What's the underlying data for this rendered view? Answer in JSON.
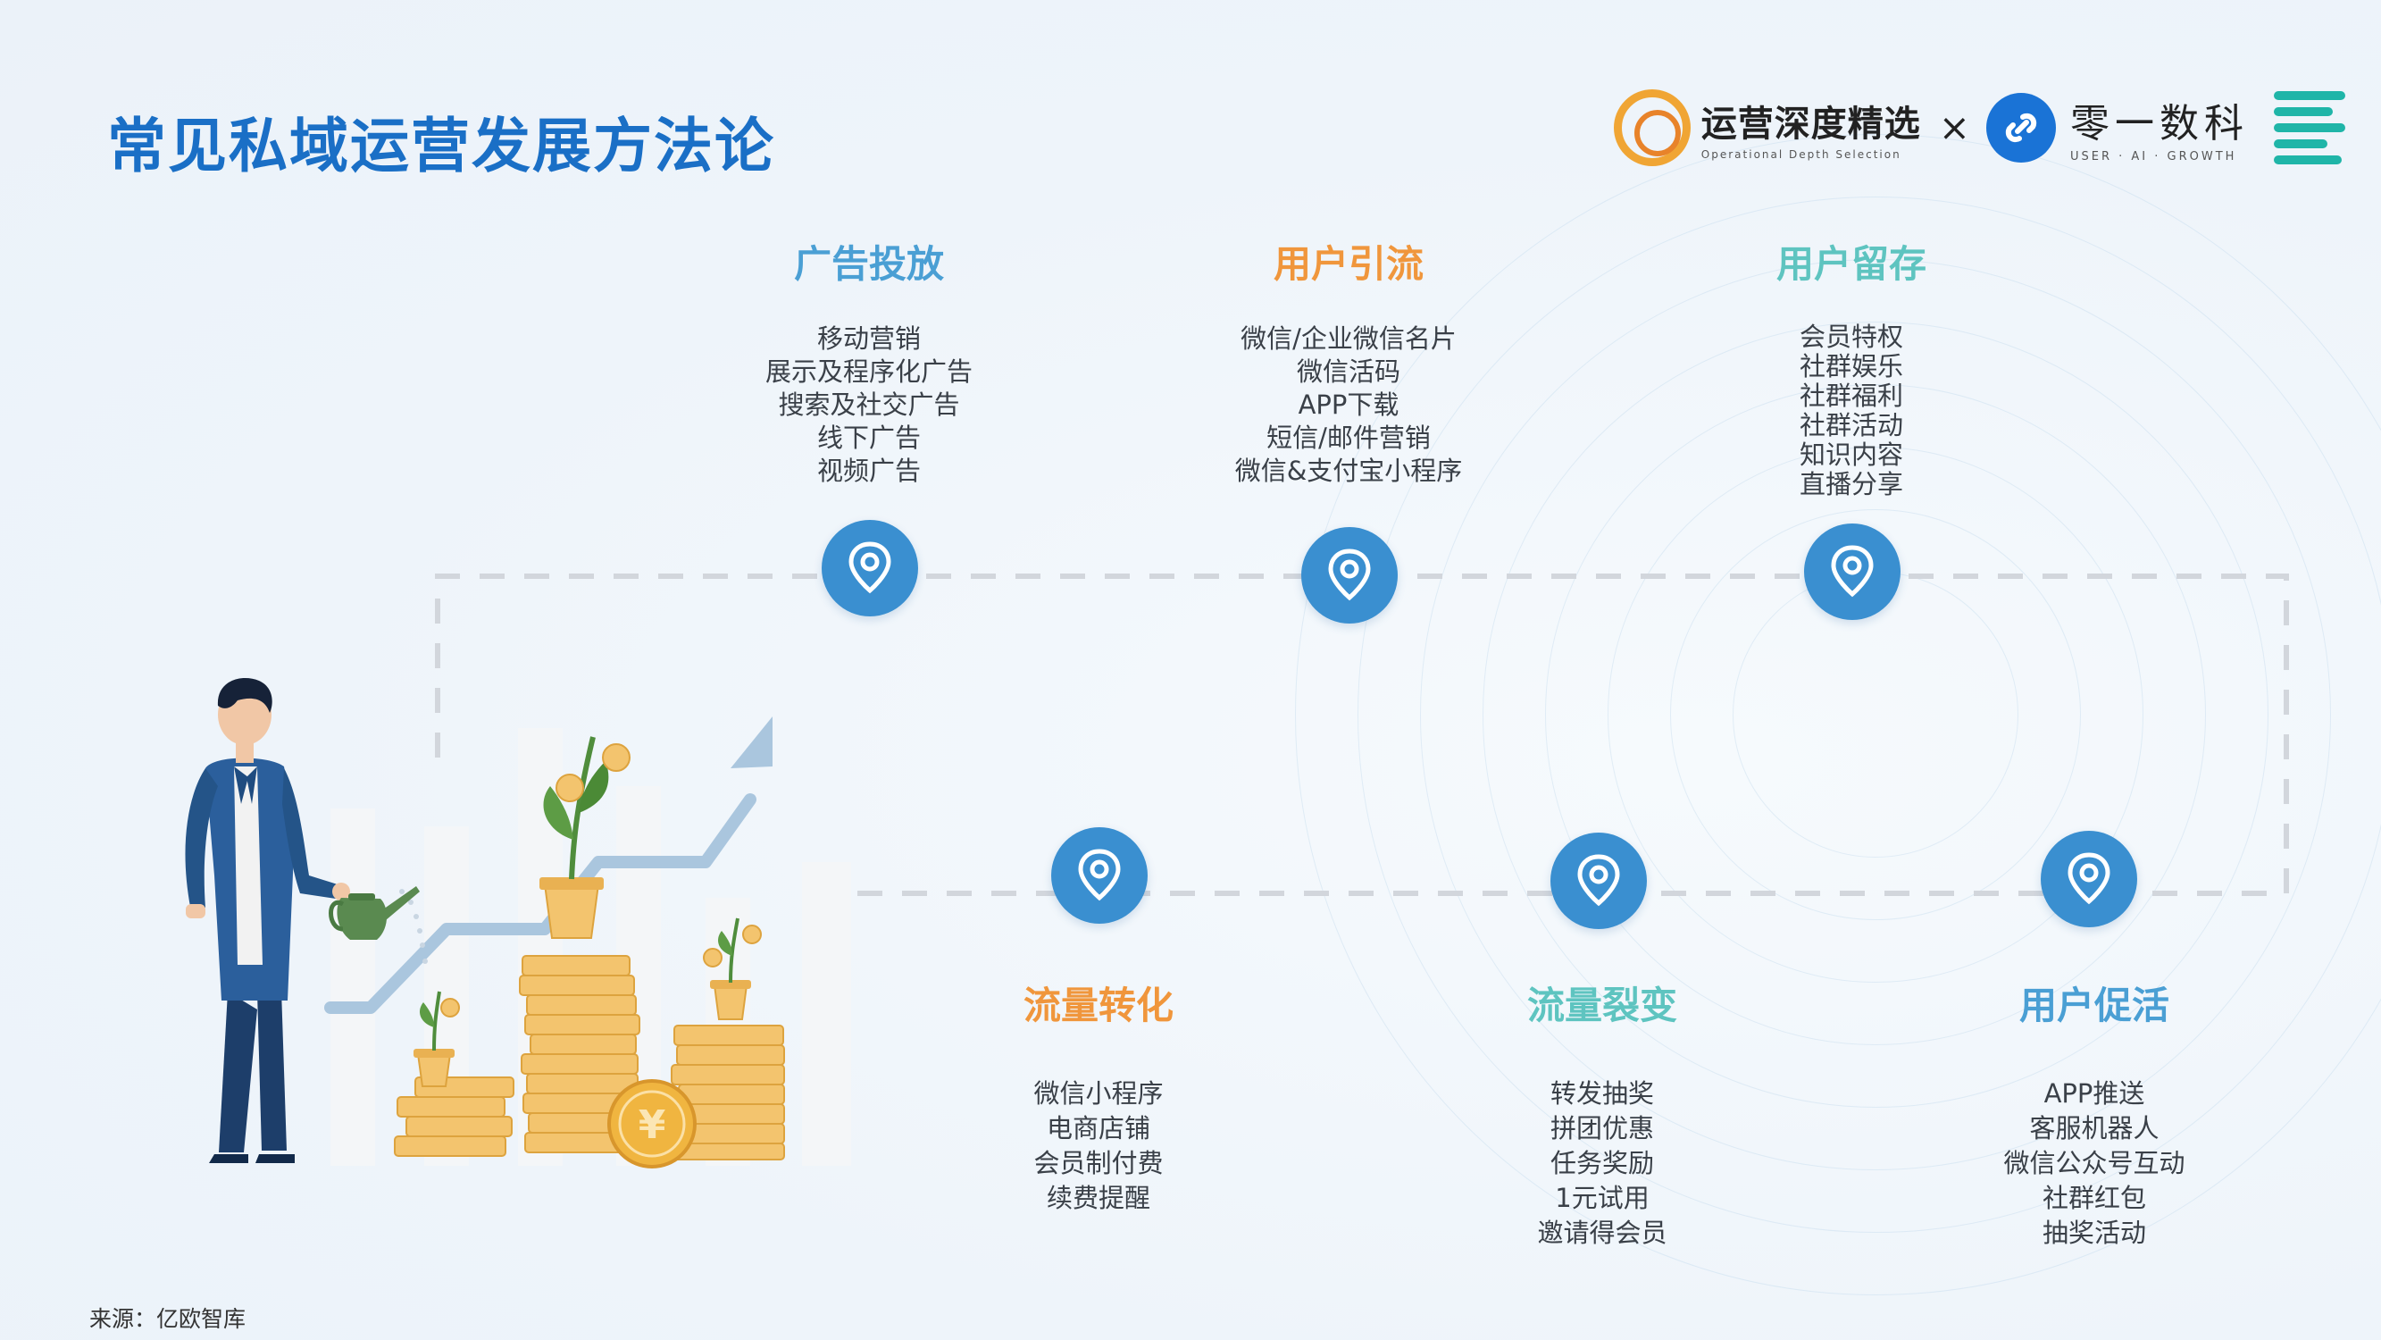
{
  "title": "常见私域运营发展方法论",
  "logos": {
    "primary_name": "运营深度精选",
    "primary_subtitle": "Operational Depth Selection",
    "separator": "×",
    "partner_name": "零一数科",
    "partner_subtitle": "USER · AI · GROWTH",
    "partner_mark_icon": "link-icon"
  },
  "stages_top": [
    {
      "label": "广告投放",
      "color": "#4a9fd4",
      "items": [
        "移动营销",
        "展示及程序化广告",
        "搜索及社交广告",
        "线下广告",
        "视频广告"
      ]
    },
    {
      "label": "用户引流",
      "color": "#f0963c",
      "items": [
        "微信/企业微信名片",
        "微信活码",
        "APP下载",
        "短信/邮件营销",
        "微信&支付宝小程序"
      ]
    },
    {
      "label": "用户留存",
      "color": "#5ec4c0",
      "items": [
        "会员特权",
        "社群娱乐",
        "社群福利",
        "社群活动",
        "知识内容",
        "直播分享"
      ]
    }
  ],
  "stages_bottom": [
    {
      "label": "流量转化",
      "color": "#f0963c",
      "items": [
        "微信小程序",
        "电商店铺",
        "会员制付费",
        "续费提醒"
      ]
    },
    {
      "label": "流量裂变",
      "color": "#5ec4c0",
      "items": [
        "转发抽奖",
        "拼团优惠",
        "任务奖励",
        "1元试用",
        "邀请得会员"
      ]
    },
    {
      "label": "用户促活",
      "color": "#4a9fd4",
      "items": [
        "APP推送",
        "客服机器人",
        "微信公众号互动",
        "社群红包",
        "抽奖活动"
      ]
    }
  ],
  "marker_icon": "location-pin-icon",
  "illustration": {
    "icons": [
      "businessman-icon",
      "watering-can-icon",
      "coin-stack-icon",
      "yuan-coin-icon",
      "plant-sprout-icon",
      "growth-arrow-icon"
    ],
    "coin_symbol": "¥"
  },
  "theme": {
    "title_color": "#1a6fc6",
    "marker_color": "#3a8fd0",
    "dash_color": "#d2d6dc",
    "coin_color": "#f3c46e"
  },
  "source": "来源：亿欧智库"
}
